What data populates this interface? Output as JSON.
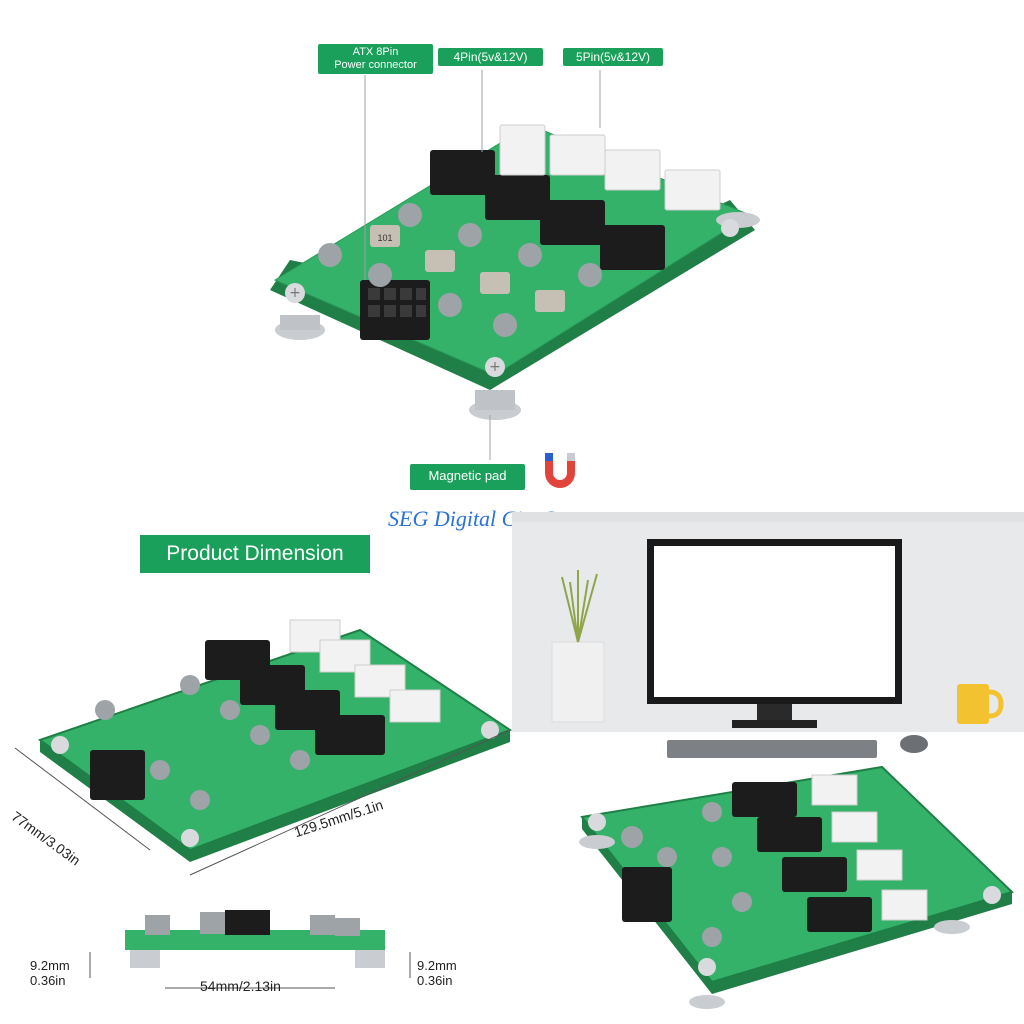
{
  "callouts": {
    "atx_line1": "ATX  8Pin",
    "atx_line2": "Power connector",
    "four_pin": "4Pin(5v&12V)",
    "five_pin": "5Pin(5v&12V)",
    "magnetic_pad": "Magnetic pad"
  },
  "watermark": "SEG Digital City Store",
  "dimension_panel": {
    "heading": "Product Dimension",
    "width_label": "77mm/3.03in",
    "length_label": "129.5mm/5.1in",
    "left_height_mm": "9.2mm",
    "left_height_in": "0.36in",
    "right_height_mm": "9.2mm",
    "right_height_in": "0.36in",
    "spacing_label": "54mm/2.13in"
  },
  "board_marking": "101",
  "colors": {
    "accent_green": "#1aa05a",
    "pcb_green": "#2fae62",
    "watermark_blue": "#2a73d6"
  }
}
